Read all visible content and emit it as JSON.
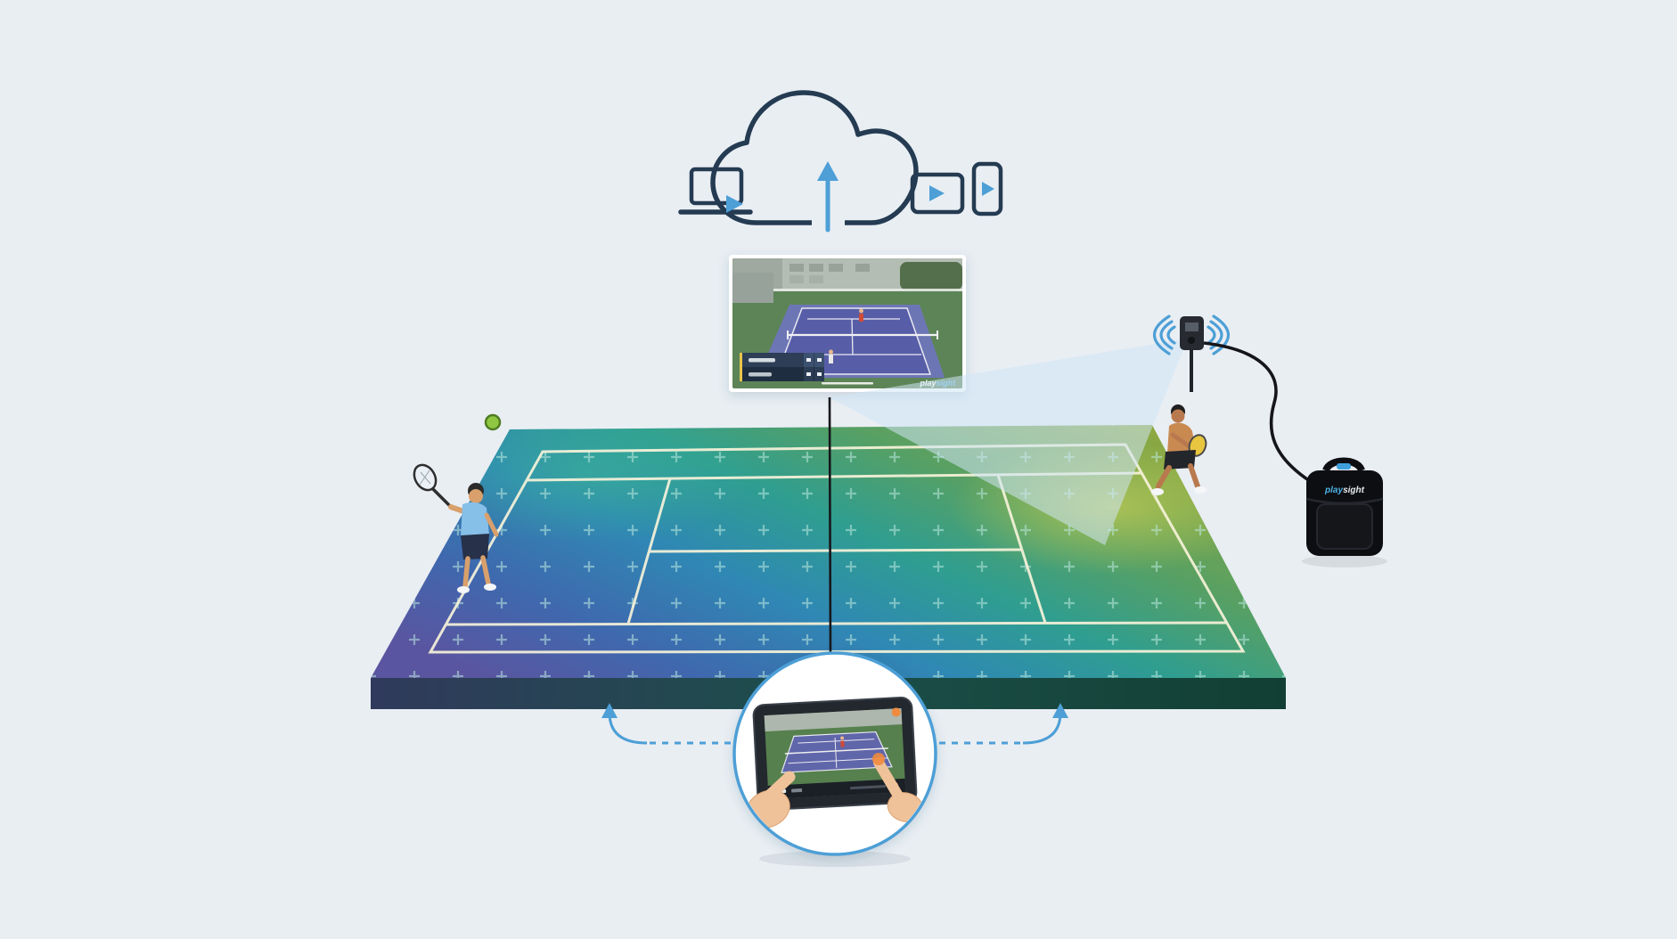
{
  "branding": {
    "bag_logo_play": "play",
    "bag_logo_sight": "sight",
    "watermark_play": "play",
    "watermark_sight": "sight"
  },
  "colors": {
    "background": "#e9eef3",
    "accent_blue": "#4d9fd6",
    "outline_navy": "#243b52",
    "cone_blue": "#cfe6f6",
    "ball_green": "#8fc742",
    "court_gradient": [
      "#5a55a0",
      "#3f68ae",
      "#2f88b4",
      "#2f9e90",
      "#58a063",
      "#93a93c"
    ],
    "court_lines": "#f7f3da",
    "bag_black": "#0d0e11",
    "touch_orange": "#ef8a3e"
  },
  "icons": [
    "cloud-upload-icon",
    "upload-arrow-icon",
    "laptop-play-icon",
    "tablet-play-icon",
    "phone-play-icon",
    "wifi-waves-icon",
    "camera-icon",
    "arrow-left-icon",
    "arrow-right-icon",
    "tennis-ball"
  ]
}
